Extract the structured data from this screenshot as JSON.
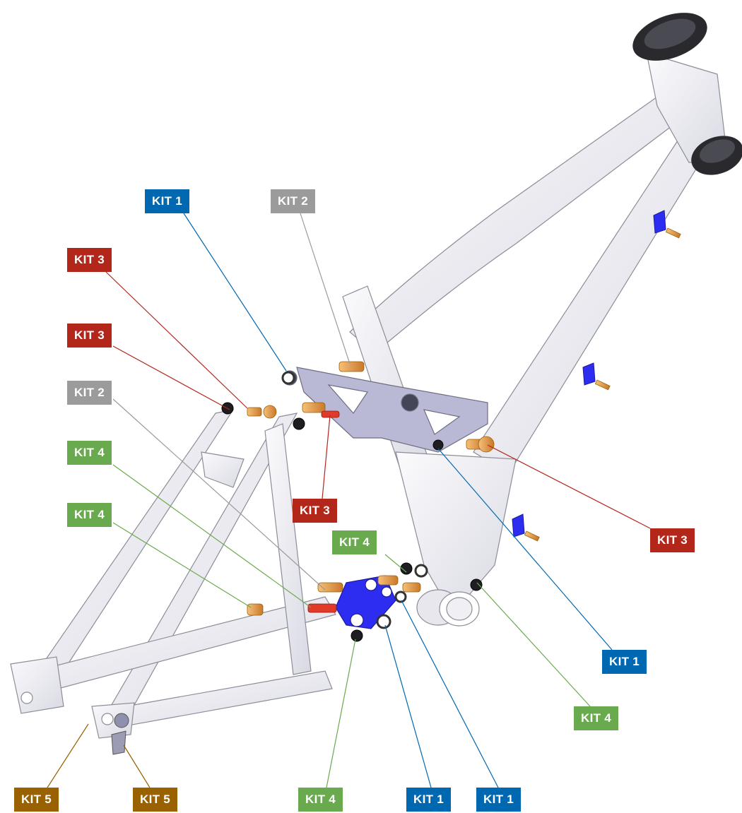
{
  "kits": {
    "kit1": {
      "text": "KIT 1",
      "color": "#0067b1"
    },
    "kit2": {
      "text": "KIT 2",
      "color": "#9b9b9b"
    },
    "kit3": {
      "text": "KIT 3",
      "color": "#b3261a"
    },
    "kit4": {
      "text": "KIT 4",
      "color": "#6aaa4e"
    },
    "kit5": {
      "text": "KIT 5",
      "color": "#9a6100"
    }
  },
  "callouts": [
    {
      "kit": "kit1",
      "text": "KIT 1"
    },
    {
      "kit": "kit2",
      "text": "KIT 2"
    },
    {
      "kit": "kit3",
      "text": "KIT 3"
    },
    {
      "kit": "kit3",
      "text": "KIT 3"
    },
    {
      "kit": "kit2",
      "text": "KIT 2"
    },
    {
      "kit": "kit4",
      "text": "KIT 4"
    },
    {
      "kit": "kit4",
      "text": "KIT 4"
    },
    {
      "kit": "kit3",
      "text": "KIT 3"
    },
    {
      "kit": "kit4",
      "text": "KIT 4"
    },
    {
      "kit": "kit3",
      "text": "KIT 3"
    },
    {
      "kit": "kit1",
      "text": "KIT 1"
    },
    {
      "kit": "kit4",
      "text": "KIT 4"
    },
    {
      "kit": "kit5",
      "text": "KIT 5"
    },
    {
      "kit": "kit5",
      "text": "KIT 5"
    },
    {
      "kit": "kit4",
      "text": "KIT 4"
    },
    {
      "kit": "kit1",
      "text": "KIT 1"
    },
    {
      "kit": "kit1",
      "text": "KIT 1"
    }
  ]
}
